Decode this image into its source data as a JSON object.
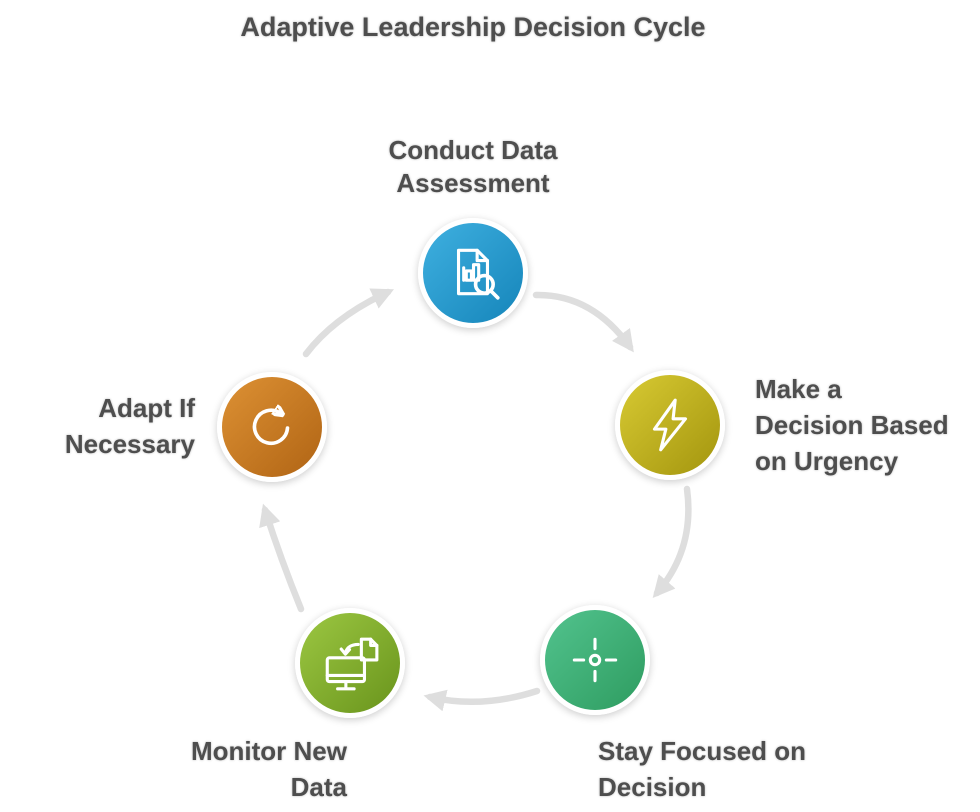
{
  "title": "Adaptive Leadership Decision Cycle",
  "diagram": {
    "text_color": "#4e4e4e",
    "arrow_color": "#dedede",
    "icon_color": "#ffffff",
    "steps": [
      {
        "id": "conduct-data-assessment",
        "lines": [
          "Conduct Data",
          "Assessment"
        ],
        "icon": "document-chart-magnifier-icon",
        "colors": {
          "start": "#3fb0e0",
          "end": "#1585ba"
        }
      },
      {
        "id": "make-decision-based-on-urgency",
        "lines": [
          "Make a",
          "Decision Based",
          "on Urgency"
        ],
        "icon": "lightning-bolt-icon",
        "colors": {
          "start": "#d8ca33",
          "end": "#a3950e"
        }
      },
      {
        "id": "stay-focused-on-decision",
        "lines": [
          "Stay Focused on",
          "Decision"
        ],
        "icon": "crosshair-target-icon",
        "colors": {
          "start": "#52c38e",
          "end": "#2e9c60"
        }
      },
      {
        "id": "monitor-new-data",
        "lines": [
          "Monitor New",
          "Data"
        ],
        "icon": "monitor-document-sync-icon",
        "colors": {
          "start": "#9cc742",
          "end": "#69941c"
        }
      },
      {
        "id": "adapt-if-necessary",
        "lines": [
          "Adapt If",
          "Necessary"
        ],
        "icon": "refresh-cycle-icon",
        "colors": {
          "start": "#dd9134",
          "end": "#b06414"
        }
      }
    ]
  }
}
